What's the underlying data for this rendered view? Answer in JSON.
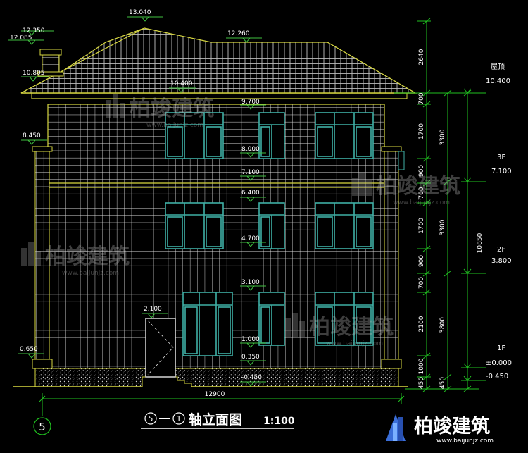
{
  "levels_left": [
    {
      "id": "ridge",
      "text": "13.040"
    },
    {
      "id": "chimney-top",
      "text": "12.350"
    },
    {
      "id": "chimney-mid",
      "text": "12.085"
    },
    {
      "id": "roof-ridge",
      "text": "12.260"
    },
    {
      "id": "eave-top",
      "text": "10.805"
    },
    {
      "id": "eave",
      "text": "10.400"
    },
    {
      "id": "pilaster-cap",
      "text": "8.450"
    },
    {
      "id": "base-top",
      "text": "0.650"
    },
    {
      "id": "win3-top",
      "text": "9.700"
    },
    {
      "id": "win3-sill",
      "text": "8.000"
    },
    {
      "id": "band",
      "text": "7.100"
    },
    {
      "id": "win2-top",
      "text": "6.400"
    },
    {
      "id": "win2-sill",
      "text": "4.700"
    },
    {
      "id": "win1-top",
      "text": "3.100"
    },
    {
      "id": "door-top",
      "text": "2.100"
    },
    {
      "id": "win1-sill-a",
      "text": "1.000"
    },
    {
      "id": "win1-sill-b",
      "text": "0.350"
    },
    {
      "id": "ground",
      "text": "-0.450"
    }
  ],
  "dims_col1": [
    "2640",
    "700",
    "1700",
    "900",
    "700",
    "1700",
    "900",
    "700",
    "2100",
    "1000",
    "450"
  ],
  "dims_col2": [
    "3300",
    "3300",
    "3800",
    "450"
  ],
  "dims_col3": [
    "10850"
  ],
  "floors": [
    {
      "name": "屋顶",
      "elev": "10.400"
    },
    {
      "name": "3F",
      "elev": "7.100"
    },
    {
      "name": "2F",
      "elev": "3.800"
    },
    {
      "name": "1F",
      "elev": "±0.000",
      "elev2": "-0.450"
    }
  ],
  "overall_width": "12900",
  "axis": "5",
  "title": {
    "from": "5",
    "to": "1",
    "text": "轴立面图",
    "scale": "1:100"
  },
  "watermark": {
    "brand": "柏竣建筑",
    "url": "www.baijunjz.com"
  },
  "colors": {
    "wall_grid": "#e6e6e6",
    "outline": "#d8d840",
    "window": "#3fb0a6",
    "dim": "#20c020",
    "level_mark": "#40c040"
  }
}
